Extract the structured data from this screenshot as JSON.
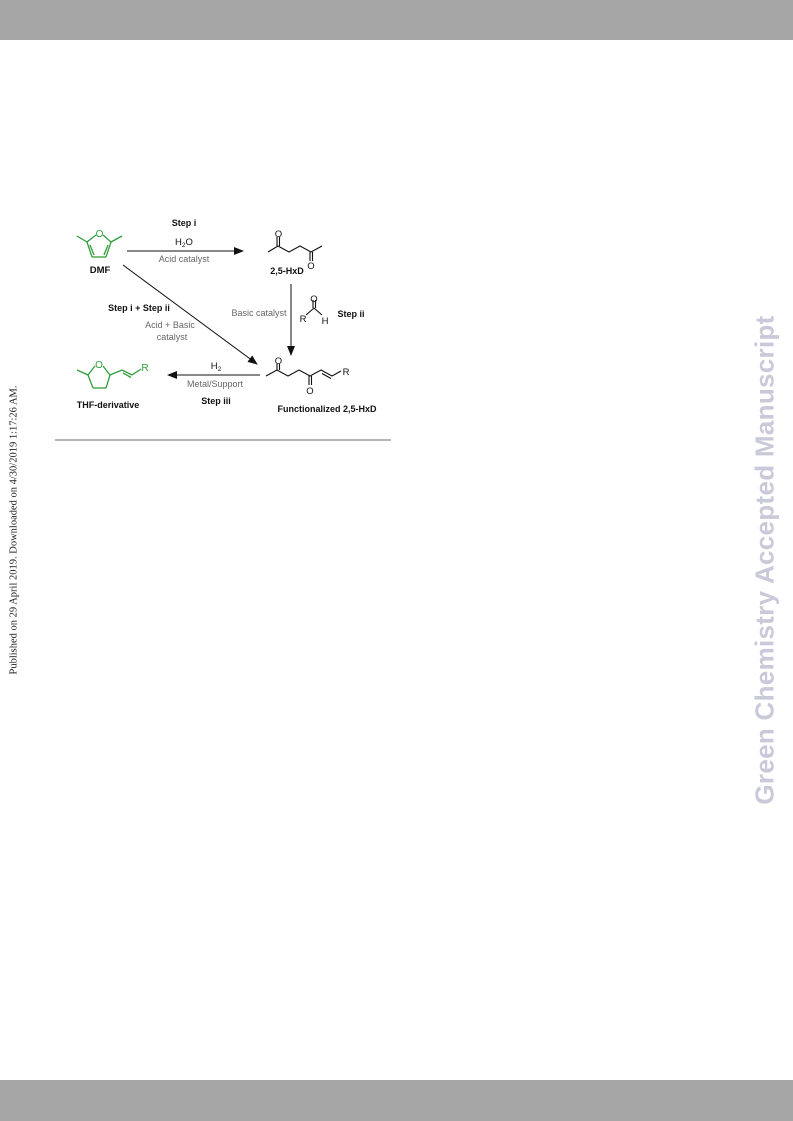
{
  "page": {
    "side_note": "Published on 29 April 2019. Downloaded on 4/30/2019 1:17:26 AM.",
    "watermark": "Green Chemistry Accepted Manuscript"
  },
  "scheme": {
    "compounds": {
      "dmf": "DMF",
      "hxd": "2,5-HxD",
      "functionalized": "Functionalized 2,5-HxD",
      "thf": "THF-derivative"
    },
    "atoms": {
      "o": "O",
      "r": "R",
      "h": "H"
    },
    "step_i": {
      "label": "Step i",
      "reagent_main": "H",
      "reagent_sub": "2",
      "reagent_tail": "O",
      "catalyst": "Acid catalyst"
    },
    "step_ii": {
      "label": "Step ii",
      "catalyst": "Basic catalyst"
    },
    "step_i_ii": {
      "label": "Step i + Step ii",
      "catalyst_line1": "Acid + Basic",
      "catalyst_line2": "catalyst"
    },
    "step_iii": {
      "label": "Step iii",
      "reagent_main": "H",
      "reagent_sub": "2",
      "catalyst": "Metal/Support"
    },
    "colors": {
      "green": "#2e9e3a",
      "black": "#111111",
      "gray_text": "#666666"
    }
  }
}
